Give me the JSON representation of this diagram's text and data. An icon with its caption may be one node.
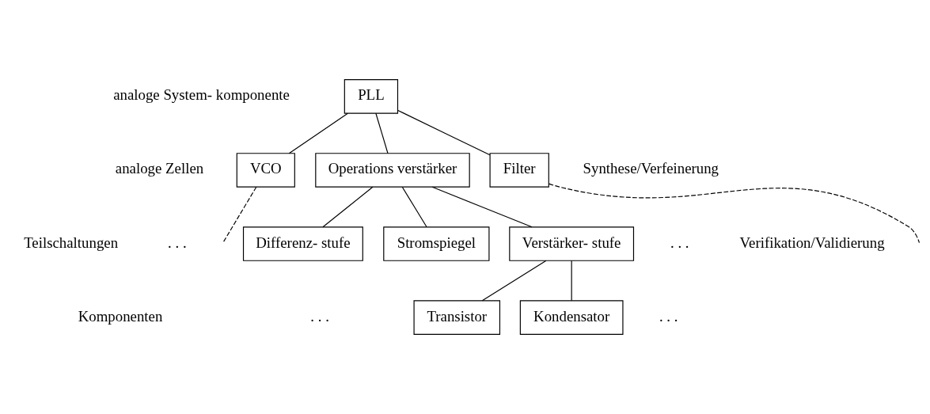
{
  "diagram": {
    "nodes": [
      {
        "text": [
          "PLL"
        ]
      },
      {
        "text": [
          "VCO"
        ]
      },
      {
        "text": [
          "Operations verstärker"
        ]
      },
      {
        "text": [
          "Filter"
        ]
      },
      {
        "text": [
          "Differenz- stufe"
        ]
      },
      {
        "text": [
          "Stromspiegel"
        ]
      },
      {
        "text": [
          "Verstärker- stufe"
        ]
      },
      {
        "text": [
          "Transistor"
        ]
      },
      {
        "text": [
          "Kondensator"
        ]
      }
    ],
    "edges": [
      {
        "from": 0,
        "to": 1,
        "arrow": "none"
      },
      {
        "from": 0,
        "to": 2,
        "arrow": "none"
      },
      {
        "from": 0,
        "to": 3,
        "arrow": "none"
      },
      {
        "from": 1,
        "to": null,
        "arrow": "none",
        "style": "dashed"
      },
      {
        "from": 2,
        "to": 4,
        "arrow": "none"
      },
      {
        "from": 2,
        "to": 5,
        "arrow": "none"
      },
      {
        "from": 2,
        "to": 6,
        "arrow": "none"
      },
      {
        "from": 3,
        "to": null,
        "arrow": "none",
        "style": "dashed"
      },
      {
        "from": 6,
        "to": 7,
        "arrow": "none"
      },
      {
        "from": 6,
        "to": 8,
        "arrow": "none"
      }
    ],
    "labels": [
      "analoge System- komponente",
      "analoge Zellen",
      "Teilschaltungen",
      ". . .",
      ". . .",
      "Komponenten",
      ". . .",
      ". . .",
      "Synthese/Verfeinerung",
      "Verifikation/Validierung"
    ]
  }
}
